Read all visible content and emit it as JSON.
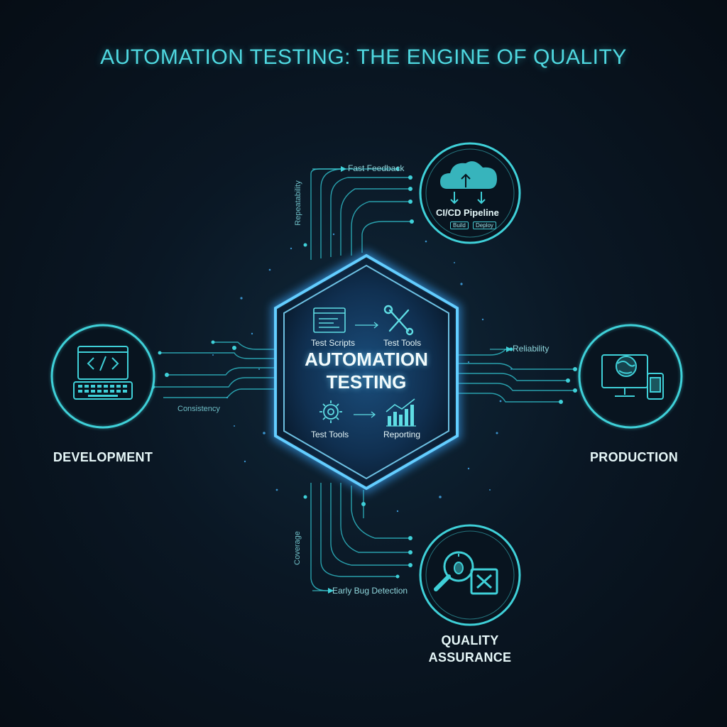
{
  "title": "AUTOMATION TESTING: THE ENGINE OF QUALITY",
  "center": {
    "title_line1": "AUTOMATION",
    "title_line2": "TESTING",
    "items": [
      "Test Scripts",
      "Test Tools",
      "Test Tools",
      "Reporting"
    ]
  },
  "nodes": {
    "development": "DEVELOPMENT",
    "production": "PRODUCTION",
    "qa_line1": "QUALITY",
    "qa_line2": "ASSURANCE",
    "cicd": "CI/CD Pipeline",
    "cicd_chip1": "Build",
    "cicd_chip2": "Deploy"
  },
  "benefits": {
    "fast_feedback": "Fast Feedback",
    "reliability": "Reliability",
    "early_bug_detection": "Early Bug Detection",
    "side_top": "Repeatability",
    "side_bottom": "Coverage",
    "dev_caption": "Consistency"
  },
  "colors": {
    "accent": "#3fd0d8",
    "glow": "#3aa8ff",
    "background": "#0a1724"
  }
}
